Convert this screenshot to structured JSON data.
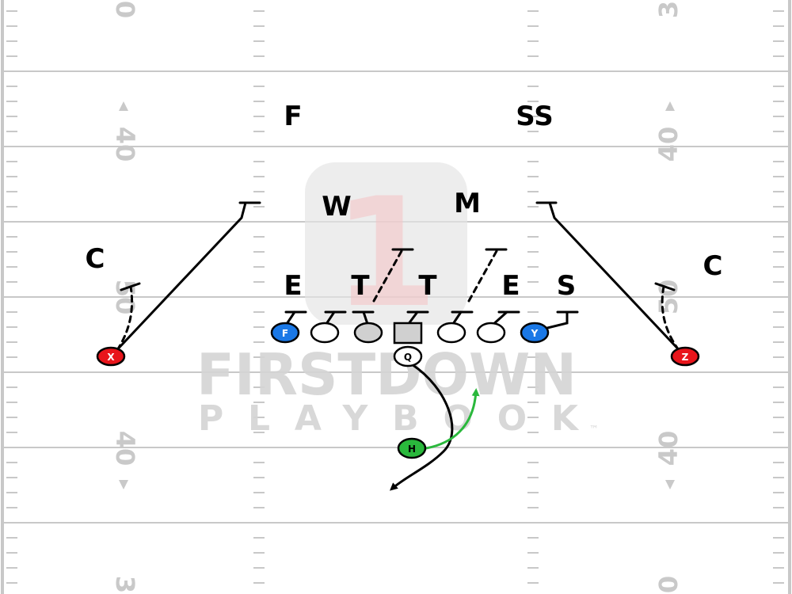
{
  "field": {
    "yard_numbers": {
      "left_top": "0",
      "left_40_upper": "40",
      "left_50": "50",
      "left_40_lower": "40",
      "left_bottom": "3",
      "right_top": "3",
      "right_40_upper": "40",
      "right_50": "50",
      "right_40_lower": "40",
      "right_bottom": "0"
    }
  },
  "watermark": {
    "logo_glyph": "1",
    "title": "FIRSTDOWN",
    "subtitle": "PLAYBOOK",
    "trademark": "™"
  },
  "defense": {
    "free_safety": "F",
    "strong_safety": "SS",
    "will_lb": "W",
    "mike_lb": "M",
    "left_corner": "C",
    "right_corner": "C",
    "left_end": "E",
    "left_tackle": "T",
    "right_tackle": "T",
    "right_end": "E",
    "sam_lb": "S"
  },
  "offense": {
    "x_receiver": "X",
    "z_receiver": "Z",
    "f_back": "F",
    "y_tight_end": "Y",
    "quarterback": "Q",
    "h_back": "H"
  },
  "colors": {
    "red": "#e8151b",
    "blue": "#1a78e6",
    "green": "#2ab83c",
    "route": "#000000",
    "yard_line": "#c8c8c8",
    "center_fill": "#d0d0d0"
  }
}
